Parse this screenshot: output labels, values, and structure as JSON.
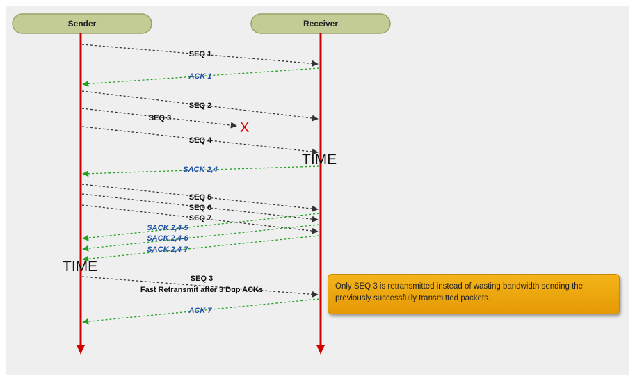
{
  "participants": {
    "sender": "Sender",
    "receiver": "Receiver"
  },
  "messages": {
    "seq1": "SEQ 1",
    "ack1": "ACK 1",
    "seq2": "SEQ 2",
    "seq3": "SEQ 3",
    "seq4": "SEQ 4",
    "sack_2_4": "SACK 2,4",
    "seq5": "SEQ 5",
    "seq6": "SEQ 6",
    "seq7": "SEQ 7",
    "sack_2_4_5": "SACK 2,4-5",
    "sack_2_4_6": "SACK 2,4-6",
    "sack_2_4_7": "SACK 2,4-7",
    "seq3_retransmit": "SEQ 3",
    "retransmit_caption": "Fast Retransmit after 3 Dup ACKs",
    "ack7": "ACK 7"
  },
  "markers": {
    "lost": "X",
    "receiver_time": "TIME",
    "sender_time": "TIME"
  },
  "note": "Only SEQ 3 is retransmitted instead of wasting bandwidth sending the previously successfully transmitted packets.",
  "colors": {
    "lifeline": "#d00000",
    "data_arrow": "#333333",
    "ack_arrow": "#22a022",
    "ack_text": "#1f4fa3",
    "pill_fill": "#c4cc95",
    "note_fill": "#f0aa10"
  }
}
